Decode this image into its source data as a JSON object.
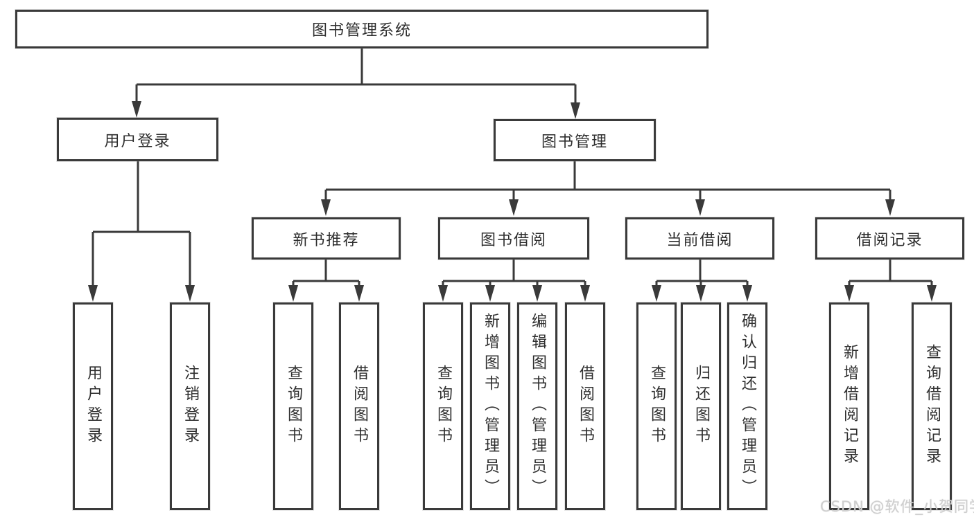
{
  "nodes": {
    "root": "图书管理系统",
    "user_login": "用户登录",
    "book_mgmt": "图书管理",
    "new_book_rec": "新书推荐",
    "book_borrow": "图书借阅",
    "current_borrow": "当前借阅",
    "borrow_records": "借阅记录",
    "leaf_user_login": "用户登录",
    "leaf_logout": "注销登录",
    "leaf_query_book_1": "查询图书",
    "leaf_borrow_book_1": "借阅图书",
    "leaf_query_book_2": "查询图书",
    "leaf_add_book": "新增图书（管理员）",
    "leaf_edit_book": "编辑图书（管理员）",
    "leaf_borrow_book_2": "借阅图书",
    "leaf_query_book_3": "查询图书",
    "leaf_return_book": "归还图书",
    "leaf_confirm_return": "确认归还（管理员）",
    "leaf_add_record": "新增借阅记录",
    "leaf_query_record": "查询借阅记录"
  },
  "hierarchy": {
    "图书管理系统": {
      "用户登录": [
        "用户登录",
        "注销登录"
      ],
      "图书管理": {
        "新书推荐": [
          "查询图书",
          "借阅图书"
        ],
        "图书借阅": [
          "查询图书",
          "新增图书（管理员）",
          "编辑图书（管理员）",
          "借阅图书"
        ],
        "当前借阅": [
          "查询图书",
          "归还图书",
          "确认归还（管理员）"
        ],
        "借阅记录": [
          "新增借阅记录",
          "查询借阅记录"
        ]
      }
    }
  },
  "watermark": {
    "text": "CSDN @软件_小贺同学"
  },
  "colors": {
    "line": "#3a3a3a",
    "border": "#3a3a3a",
    "fill": "#ffffff",
    "text": "#2e2e2e",
    "watermark": "#cfcfcf"
  }
}
